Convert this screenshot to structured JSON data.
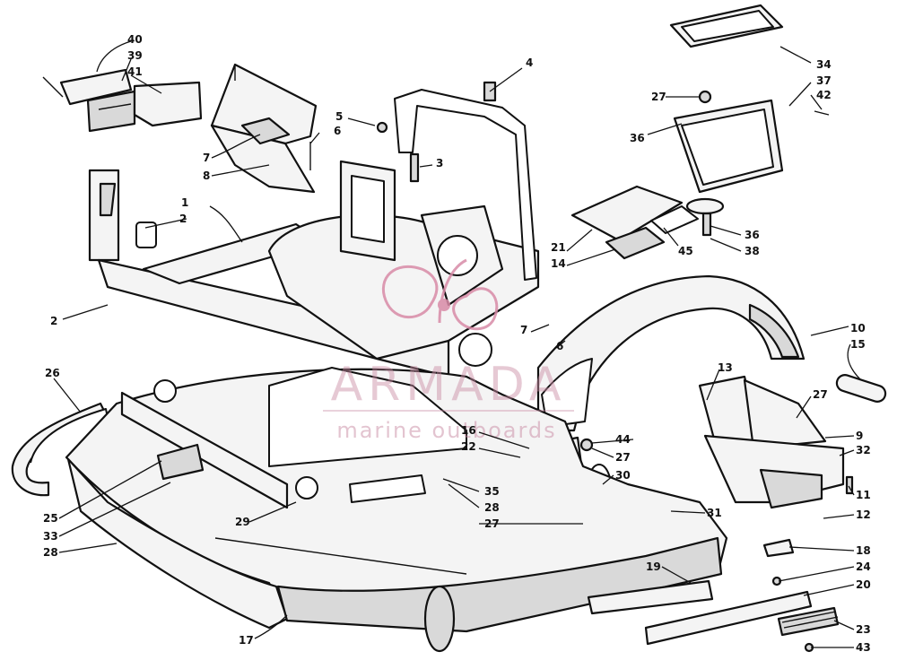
{
  "diagram": {
    "callouts": [
      "1",
      "2",
      "2",
      "3",
      "4",
      "5",
      "6",
      "7",
      "8",
      "40",
      "39",
      "41",
      "34",
      "37",
      "42",
      "27",
      "36",
      "21",
      "14",
      "45",
      "36",
      "38",
      "7",
      "6",
      "10",
      "15",
      "13",
      "27",
      "9",
      "32",
      "11",
      "12",
      "26",
      "16",
      "22",
      "44",
      "27",
      "30",
      "35",
      "28",
      "27",
      "31",
      "25",
      "33",
      "28",
      "29",
      "18",
      "24",
      "20",
      "19",
      "23",
      "43",
      "17"
    ]
  },
  "watermark": {
    "brand": "ARMADA",
    "tagline": "marine outboards",
    "color": "#c98aa3"
  }
}
